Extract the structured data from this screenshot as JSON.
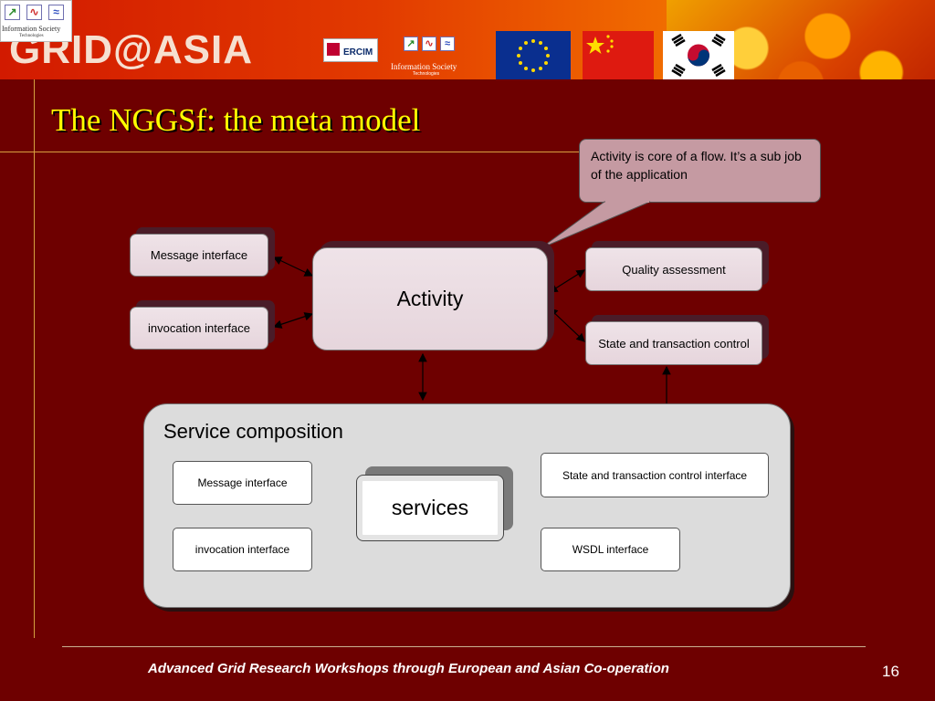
{
  "header": {
    "logo_text": "Information Society",
    "logo_subtext": "Technologies",
    "brand": "GRID@ASIA",
    "ercim": "ERCIM",
    "ist_text": "Information Society",
    "ist_subtext": "Technologies"
  },
  "title": "The NGGSf: the meta model",
  "callout": "Activity is core of a flow. It’s a sub job of the application",
  "top": {
    "message_interface": "Message interface",
    "invocation_interface": "invocation interface",
    "activity": "Activity",
    "quality_assessment": "Quality assessment",
    "state_control": "State and transaction control"
  },
  "composition": {
    "label": "Service composition",
    "message_interface": "Message interface",
    "invocation_interface": "invocation interface",
    "services": "services",
    "services_shadow": "services",
    "state_control_interface": "State and transaction control interface",
    "wsdl_interface": "WSDL interface"
  },
  "footer": {
    "text": "Advanced Grid Research Workshops through European and Asian Co-operation",
    "page": "16"
  },
  "colors": {
    "background": "#6e0000",
    "title": "#ffff00",
    "accent_line": "#d6a040"
  }
}
